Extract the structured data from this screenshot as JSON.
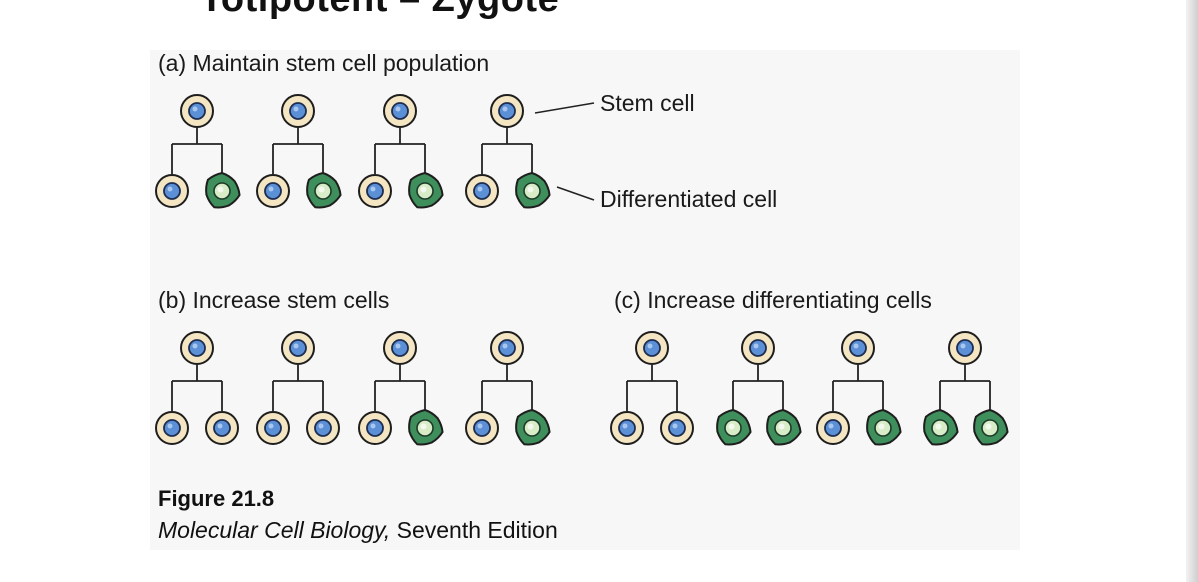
{
  "page_title": "Totipotent – Zygote",
  "panels": {
    "a": {
      "label": "(a) Maintain stem cell population"
    },
    "b": {
      "label": "(b) Increase stem cells"
    },
    "c": {
      "label": "(c) Increase differentiating cells"
    }
  },
  "callouts": {
    "stem": "Stem cell",
    "differentiated": "Differentiated cell"
  },
  "caption": {
    "figure": "Figure 21.8",
    "book_title": "Molecular Cell Biology,",
    "edition": " Seventh Edition"
  },
  "divisions": {
    "a": [
      [
        "stem",
        "diff"
      ],
      [
        "stem",
        "diff"
      ],
      [
        "stem",
        "diff"
      ],
      [
        "stem",
        "diff"
      ]
    ],
    "b": [
      [
        "stem",
        "stem"
      ],
      [
        "stem",
        "stem"
      ],
      [
        "stem",
        "diff"
      ],
      [
        "stem",
        "diff"
      ]
    ],
    "c": [
      [
        "stem",
        "stem"
      ],
      [
        "diff",
        "diff"
      ],
      [
        "stem",
        "diff"
      ],
      [
        "diff",
        "diff"
      ]
    ]
  },
  "colors": {
    "stem_outer": "#f5e6c3",
    "stem_nucleus": "#5b8fd6",
    "diff_body": "#3f8f5c",
    "diff_nucleus": "#d8ecc8",
    "line": "#222222"
  }
}
